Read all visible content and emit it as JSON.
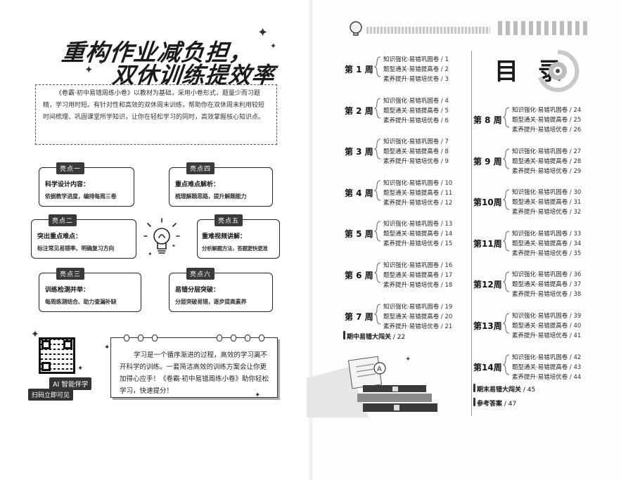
{
  "left": {
    "title_line1": "重构作业减负担，",
    "title_line2": "双休训练提效率",
    "intro": "《卷霸·初中易错周练小卷》以教材为基础，采用小卷形式，题量少而习题精，学习用时短。有针对性和高效的双休周末训练，帮助你在双休周末利用较短时间梳理、巩固课堂所学知识，让你在轻松学习的同时，高效掌握核心知识点。",
    "cards": [
      {
        "tag": "亮点一",
        "head": "科学设计内容：",
        "desc": "依据教学进度，编排每周三卷"
      },
      {
        "tag": "亮点四",
        "head": "重点难点解析：",
        "desc": "梳理解题思路，提升解题能力"
      },
      {
        "tag": "亮点二",
        "head": "突出重点难点：",
        "desc": "标注常见易错率、明确复习方向"
      },
      {
        "tag": "亮点五",
        "head": "重难视频讲解：",
        "desc": "分析解题方法，答题更快更准"
      },
      {
        "tag": "亮点三",
        "head": "训练检测并举：",
        "desc": "每周练测结合、助力查漏补缺"
      },
      {
        "tag": "亮点六",
        "head": "易错分层突破：",
        "desc": "分层突破易错，逐步提高素养"
      }
    ],
    "ai_label": "AI 智能伴学",
    "scan_label": "扫码立即可见",
    "note": "学习是一个循序渐进的过程，高效的学习离不开科学的训练。一套简洁高效的训练方案会让你更加得心应手！《卷霸·初中易错周练小卷》助你轻松学习，快速提分！"
  },
  "toc": {
    "title": "目 录",
    "weeks": [
      {
        "label": "第 1 周",
        "items": [
          {
            "name": "知识强化·易错巩固卷",
            "page": "1"
          },
          {
            "name": "题型通关·易错提高卷",
            "page": "2"
          },
          {
            "name": "素养提升·易错培优卷",
            "page": "3"
          }
        ]
      },
      {
        "label": "第 2 周",
        "items": [
          {
            "name": "知识强化·易错巩固卷",
            "page": "4"
          },
          {
            "name": "题型通关·易错提高卷",
            "page": "5"
          },
          {
            "name": "素养提升·易错培优卷",
            "page": "6"
          }
        ]
      },
      {
        "label": "第 3 周",
        "items": [
          {
            "name": "知识强化·易错巩固卷",
            "page": "7"
          },
          {
            "name": "题型通关·易错提高卷",
            "page": "8"
          },
          {
            "name": "素养提升·易错培优卷",
            "page": "9"
          }
        ]
      },
      {
        "label": "第 4 周",
        "items": [
          {
            "name": "知识强化·易错巩固卷",
            "page": "10"
          },
          {
            "name": "题型通关·易错提高卷",
            "page": "11"
          },
          {
            "name": "素养提升·易错培优卷",
            "page": "12"
          }
        ]
      },
      {
        "label": "第 5 周",
        "items": [
          {
            "name": "知识强化·易错巩固卷",
            "page": "13"
          },
          {
            "name": "题型通关·易错提高卷",
            "page": "14"
          },
          {
            "name": "素养提升·易错培优卷",
            "page": "15"
          }
        ]
      },
      {
        "label": "第 6 周",
        "items": [
          {
            "name": "知识强化·易错巩固卷",
            "page": "16"
          },
          {
            "name": "题型通关·易错提高卷",
            "page": "17"
          },
          {
            "name": "素养提升·易错培优卷",
            "page": "18"
          }
        ]
      },
      {
        "label": "第 7 周",
        "items": [
          {
            "name": "知识强化·易错巩固卷",
            "page": "19"
          },
          {
            "name": "题型通关·易错提高卷",
            "page": "20"
          },
          {
            "name": "素养提升·易错培优卷",
            "page": "21"
          }
        ]
      },
      {
        "label": "第 8 周",
        "items": [
          {
            "name": "知识强化·易错巩固卷",
            "page": "24"
          },
          {
            "name": "题型通关·易错提高卷",
            "page": "25"
          },
          {
            "name": "素养提升·易错培优卷",
            "page": "26"
          }
        ]
      },
      {
        "label": "第 9 周",
        "items": [
          {
            "name": "知识强化·易错巩固卷",
            "page": "27"
          },
          {
            "name": "题型通关·易错提高卷",
            "page": "28"
          },
          {
            "name": "素养提升·易错培优卷",
            "page": "29"
          }
        ]
      },
      {
        "label": "第10周",
        "items": [
          {
            "name": "知识强化·易错巩固卷",
            "page": "30"
          },
          {
            "name": "题型通关·易错提高卷",
            "page": "31"
          },
          {
            "name": "素养提升·易错培优卷",
            "page": "32"
          }
        ]
      },
      {
        "label": "第11周",
        "items": [
          {
            "name": "知识强化·易错巩固卷",
            "page": "33"
          },
          {
            "name": "题型通关·易错提高卷",
            "page": "34"
          },
          {
            "name": "素养提升·易错培优卷",
            "page": "35"
          }
        ]
      },
      {
        "label": "第12周",
        "items": [
          {
            "name": "知识强化·易错巩固卷",
            "page": "36"
          },
          {
            "name": "题型通关·易错提高卷",
            "page": "37"
          },
          {
            "name": "素养提升·易错培优卷",
            "page": "38"
          }
        ]
      },
      {
        "label": "第13周",
        "items": [
          {
            "name": "知识强化·易错巩固卷",
            "page": "39"
          },
          {
            "name": "题型通关·易错提高卷",
            "page": "40"
          },
          {
            "name": "素养提升·易错培优卷",
            "page": "41"
          }
        ]
      },
      {
        "label": "第14周",
        "items": [
          {
            "name": "知识强化·易错巩固卷",
            "page": "42"
          },
          {
            "name": "题型通关·易错提高卷",
            "page": "43"
          },
          {
            "name": "素养提升·易错培优卷",
            "page": "44"
          }
        ]
      }
    ],
    "specials": [
      {
        "name": "期中易错大闯关",
        "page": "22"
      },
      {
        "name": "期末易错大闯关",
        "page": "45"
      },
      {
        "name": "参考答案",
        "page": "47"
      }
    ]
  }
}
